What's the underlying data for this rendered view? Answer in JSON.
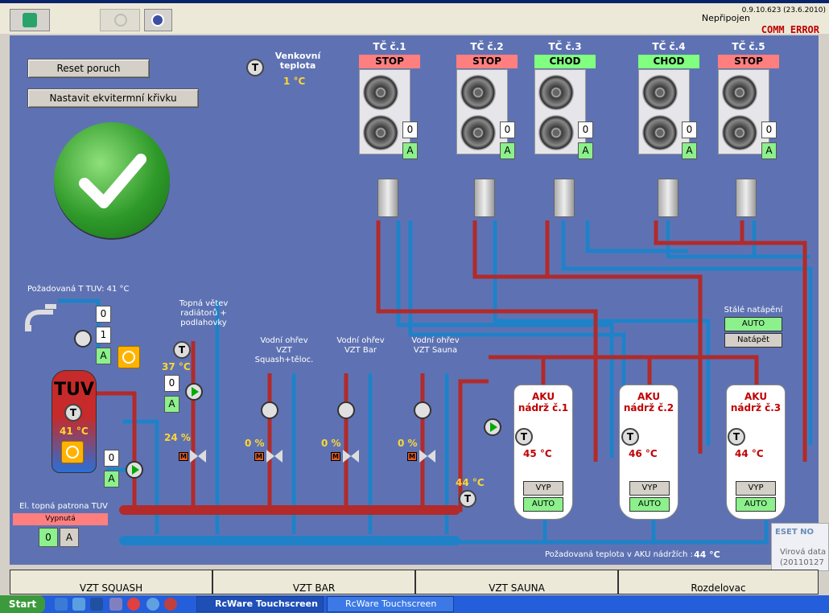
{
  "header": {
    "version": "0.9.10.623 (23.6.2010)",
    "connection": "Nepřipojen",
    "comm_error": "COMM ERROR"
  },
  "buttons": {
    "reset": "Reset poruch",
    "curve": "Nastavit ekvitermní křivku"
  },
  "outdoor": {
    "label": "Venkovní teplota",
    "temp": "1 °C",
    "sensor": "T"
  },
  "heat_pumps": [
    {
      "title": "TČ č.1",
      "status": "STOP",
      "manual": "0",
      "auto": "A"
    },
    {
      "title": "TČ č.2",
      "status": "STOP",
      "manual": "0",
      "auto": "A"
    },
    {
      "title": "TČ č.3",
      "status": "CHOD",
      "manual": "0",
      "auto": "A"
    },
    {
      "title": "TČ č.4",
      "status": "CHOD",
      "manual": "0",
      "auto": "A"
    },
    {
      "title": "TČ č.5",
      "status": "STOP",
      "manual": "0",
      "auto": "A"
    }
  ],
  "tuv": {
    "required_label": "Požadovaná T TUV:  41 °C",
    "title": "TUV",
    "temp": "41 °C",
    "sensor": "T",
    "btn0": "0",
    "btn1": "1",
    "btnA": "A",
    "circ0": "0",
    "circA": "A",
    "el_label": "El. topná patrona TUV",
    "el_state": "Vypnutá",
    "el0": "0",
    "elA": "A"
  },
  "branches": {
    "radiators": {
      "label": "Topná větev radiátorů + podlahovky",
      "temp": "37 °C",
      "percent": "24 %",
      "btn0": "0",
      "btnA": "A",
      "motor": "M",
      "sensor": "T"
    },
    "squash": {
      "label": "Vodní ohřev VZT Squash+těloc.",
      "percent": "0 %",
      "motor": "M"
    },
    "bar": {
      "label": "Vodní ohřev VZT Bar",
      "percent": "0 %",
      "motor": "M"
    },
    "sauna": {
      "label": "Vodní ohřev VZT Sauna",
      "percent": "0 %",
      "motor": "M"
    }
  },
  "return_temp": "44 °C",
  "accumulation": {
    "tanks": [
      {
        "title1": "AKU",
        "title2": "nádrž č.1",
        "temp": "45 °C",
        "vyp": "VYP",
        "auto": "AUTO"
      },
      {
        "title1": "AKU",
        "title2": "nádrž č.2",
        "temp": "46 °C",
        "vyp": "VYP",
        "auto": "AUTO"
      },
      {
        "title1": "AKU",
        "title2": "nádrž č.3",
        "temp": "44 °C",
        "vyp": "VYP",
        "auto": "AUTO"
      }
    ],
    "required_label": "Požadovaná teplota v AKU nádržích :",
    "required_value": "44 °C"
  },
  "standing_charge": {
    "label": "Stálé natápění",
    "auto": "AUTO",
    "action": "Natápět"
  },
  "tabs": [
    "VZT SQUASH",
    "VZT BAR",
    "VZT SAUNA",
    "Rozdelovac"
  ],
  "eset": {
    "title": "ESET NO",
    "line1": "Virová data",
    "line2": "(20110127"
  },
  "taskbar": {
    "start": "Start",
    "task1": "RcWare Touchscreen",
    "task2": "RcWare Touchscreen"
  },
  "colors": {
    "panel": "#5e72b3",
    "hot_pipe": "#b22a2a",
    "cold_pipe": "#1f82c8",
    "stop": "#ff7f7f",
    "run": "#80ff80",
    "accent": "#ffd633"
  }
}
